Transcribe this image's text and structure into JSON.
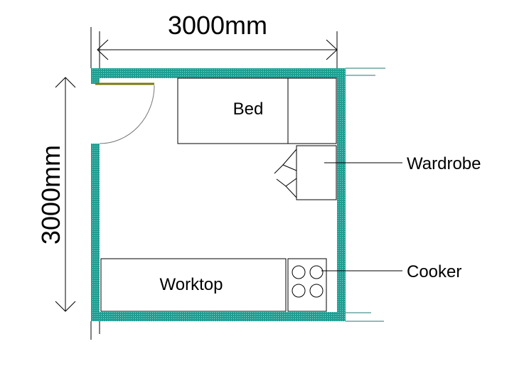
{
  "dimensions": {
    "width_label": "3000mm",
    "height_label": "3000mm"
  },
  "furniture": {
    "bed": "Bed",
    "worktop": "Worktop"
  },
  "callouts": {
    "wardrobe": "Wardrobe",
    "cooker": "Cooker"
  },
  "colors": {
    "wall": "#1f9e92",
    "door": "#7a7a10",
    "line": "#000000"
  }
}
